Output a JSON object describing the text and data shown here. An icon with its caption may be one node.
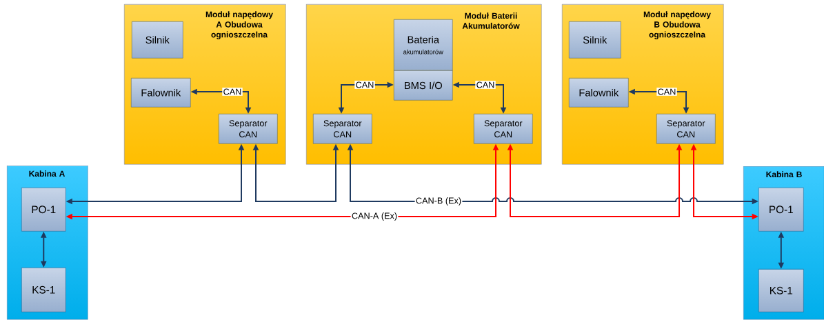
{
  "diagram": {
    "nodes": [
      {
        "text": [
          "Moduł napędowy A Obudowa ognioszczelna"
        ]
      },
      {
        "text": [
          "Silnik"
        ],
        "in": 0
      },
      {
        "text": [
          "Falownik"
        ],
        "in": 0
      },
      {
        "text": [
          "Separator CAN"
        ],
        "in": 0
      },
      {
        "text": [
          "Moduł Baterii Akumulatorów"
        ]
      },
      {
        "text": [
          "Bateria",
          "akumulatorów"
        ],
        "in": 4
      },
      {
        "text": [
          "BMS I/O"
        ],
        "in": 4
      },
      {
        "text": [
          "Separator CAN"
        ],
        "in": 4
      },
      {
        "text": [
          "Separator CAN"
        ],
        "in": 4
      },
      {
        "text": [
          "Moduł napędowy B Obudowa ognioszczelna"
        ]
      },
      {
        "text": [
          "Silnik"
        ],
        "in": 9
      },
      {
        "text": [
          "Falownik"
        ],
        "in": 9
      },
      {
        "text": [
          "Separator CAN"
        ],
        "in": 9
      },
      {
        "text": [
          "Kabina A"
        ]
      },
      {
        "text": [
          "PO-1"
        ],
        "in": 13
      },
      {
        "text": [
          "KS-1"
        ],
        "in": 13
      },
      {
        "text": [
          "Kabina B"
        ]
      },
      {
        "text": [
          "PO-1"
        ],
        "in": 16
      },
      {
        "text": [
          "KS-1"
        ],
        "in": 16
      }
    ],
    "edges": [
      {
        "from": 2,
        "to": 3,
        "arrow": "both",
        "label": "CAN"
      },
      {
        "from": 7,
        "to": 6,
        "arrow": "both",
        "label": "CAN"
      },
      {
        "from": 6,
        "to": 8,
        "arrow": "both",
        "label": "CAN"
      },
      {
        "from": 11,
        "to": 12,
        "arrow": "both",
        "label": "CAN"
      },
      {
        "from": 3,
        "to": 14,
        "arrow": "both"
      },
      {
        "from": 3,
        "to": 7,
        "arrow": "both"
      },
      {
        "from": 7,
        "to": 17,
        "arrow": "both",
        "label": "CAN-B (Ex)"
      },
      {
        "from": 8,
        "to": 14,
        "arrow": "both",
        "label": "CAN-A (Ex)",
        "color": "#ff0000"
      },
      {
        "from": 8,
        "to": 12,
        "arrow": "both",
        "color": "#ff0000"
      },
      {
        "from": 12,
        "to": 17,
        "arrow": "both",
        "color": "#ff0000"
      },
      {
        "from": 14,
        "to": 15,
        "arrow": "both"
      },
      {
        "from": 17,
        "to": 18,
        "arrow": "both"
      }
    ]
  }
}
